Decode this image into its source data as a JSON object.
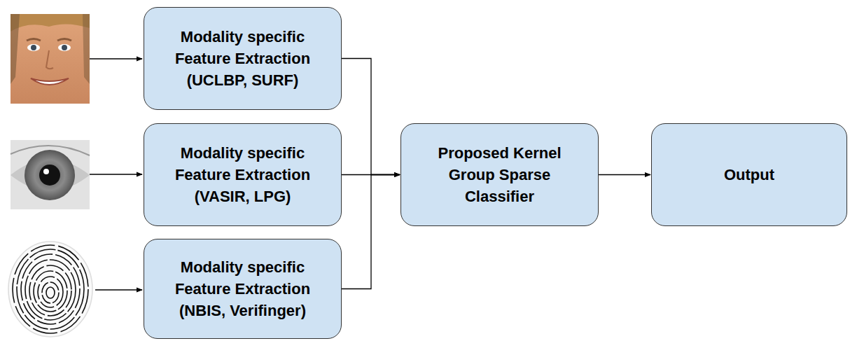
{
  "diagram": {
    "nodes": [
      {
        "text": [
          "Modality specific Feature Extraction (UCLBP, SURF)"
        ]
      },
      {
        "text": [
          "Modality specific Feature Extraction (VASIR, LPG)"
        ]
      },
      {
        "text": [
          "Modality specific Feature Extraction (NBIS, Verifinger)"
        ]
      },
      {
        "text": [
          "Proposed Kernel Group Sparse Classifier"
        ]
      },
      {
        "text": [
          "Output"
        ]
      }
    ],
    "edges": [
      {
        "from": 0,
        "to": 3,
        "arrow": "to"
      },
      {
        "from": 1,
        "to": 3,
        "arrow": "to"
      },
      {
        "from": 2,
        "to": 3,
        "arrow": "to"
      },
      {
        "from": 3,
        "to": 4,
        "arrow": "to"
      }
    ]
  }
}
